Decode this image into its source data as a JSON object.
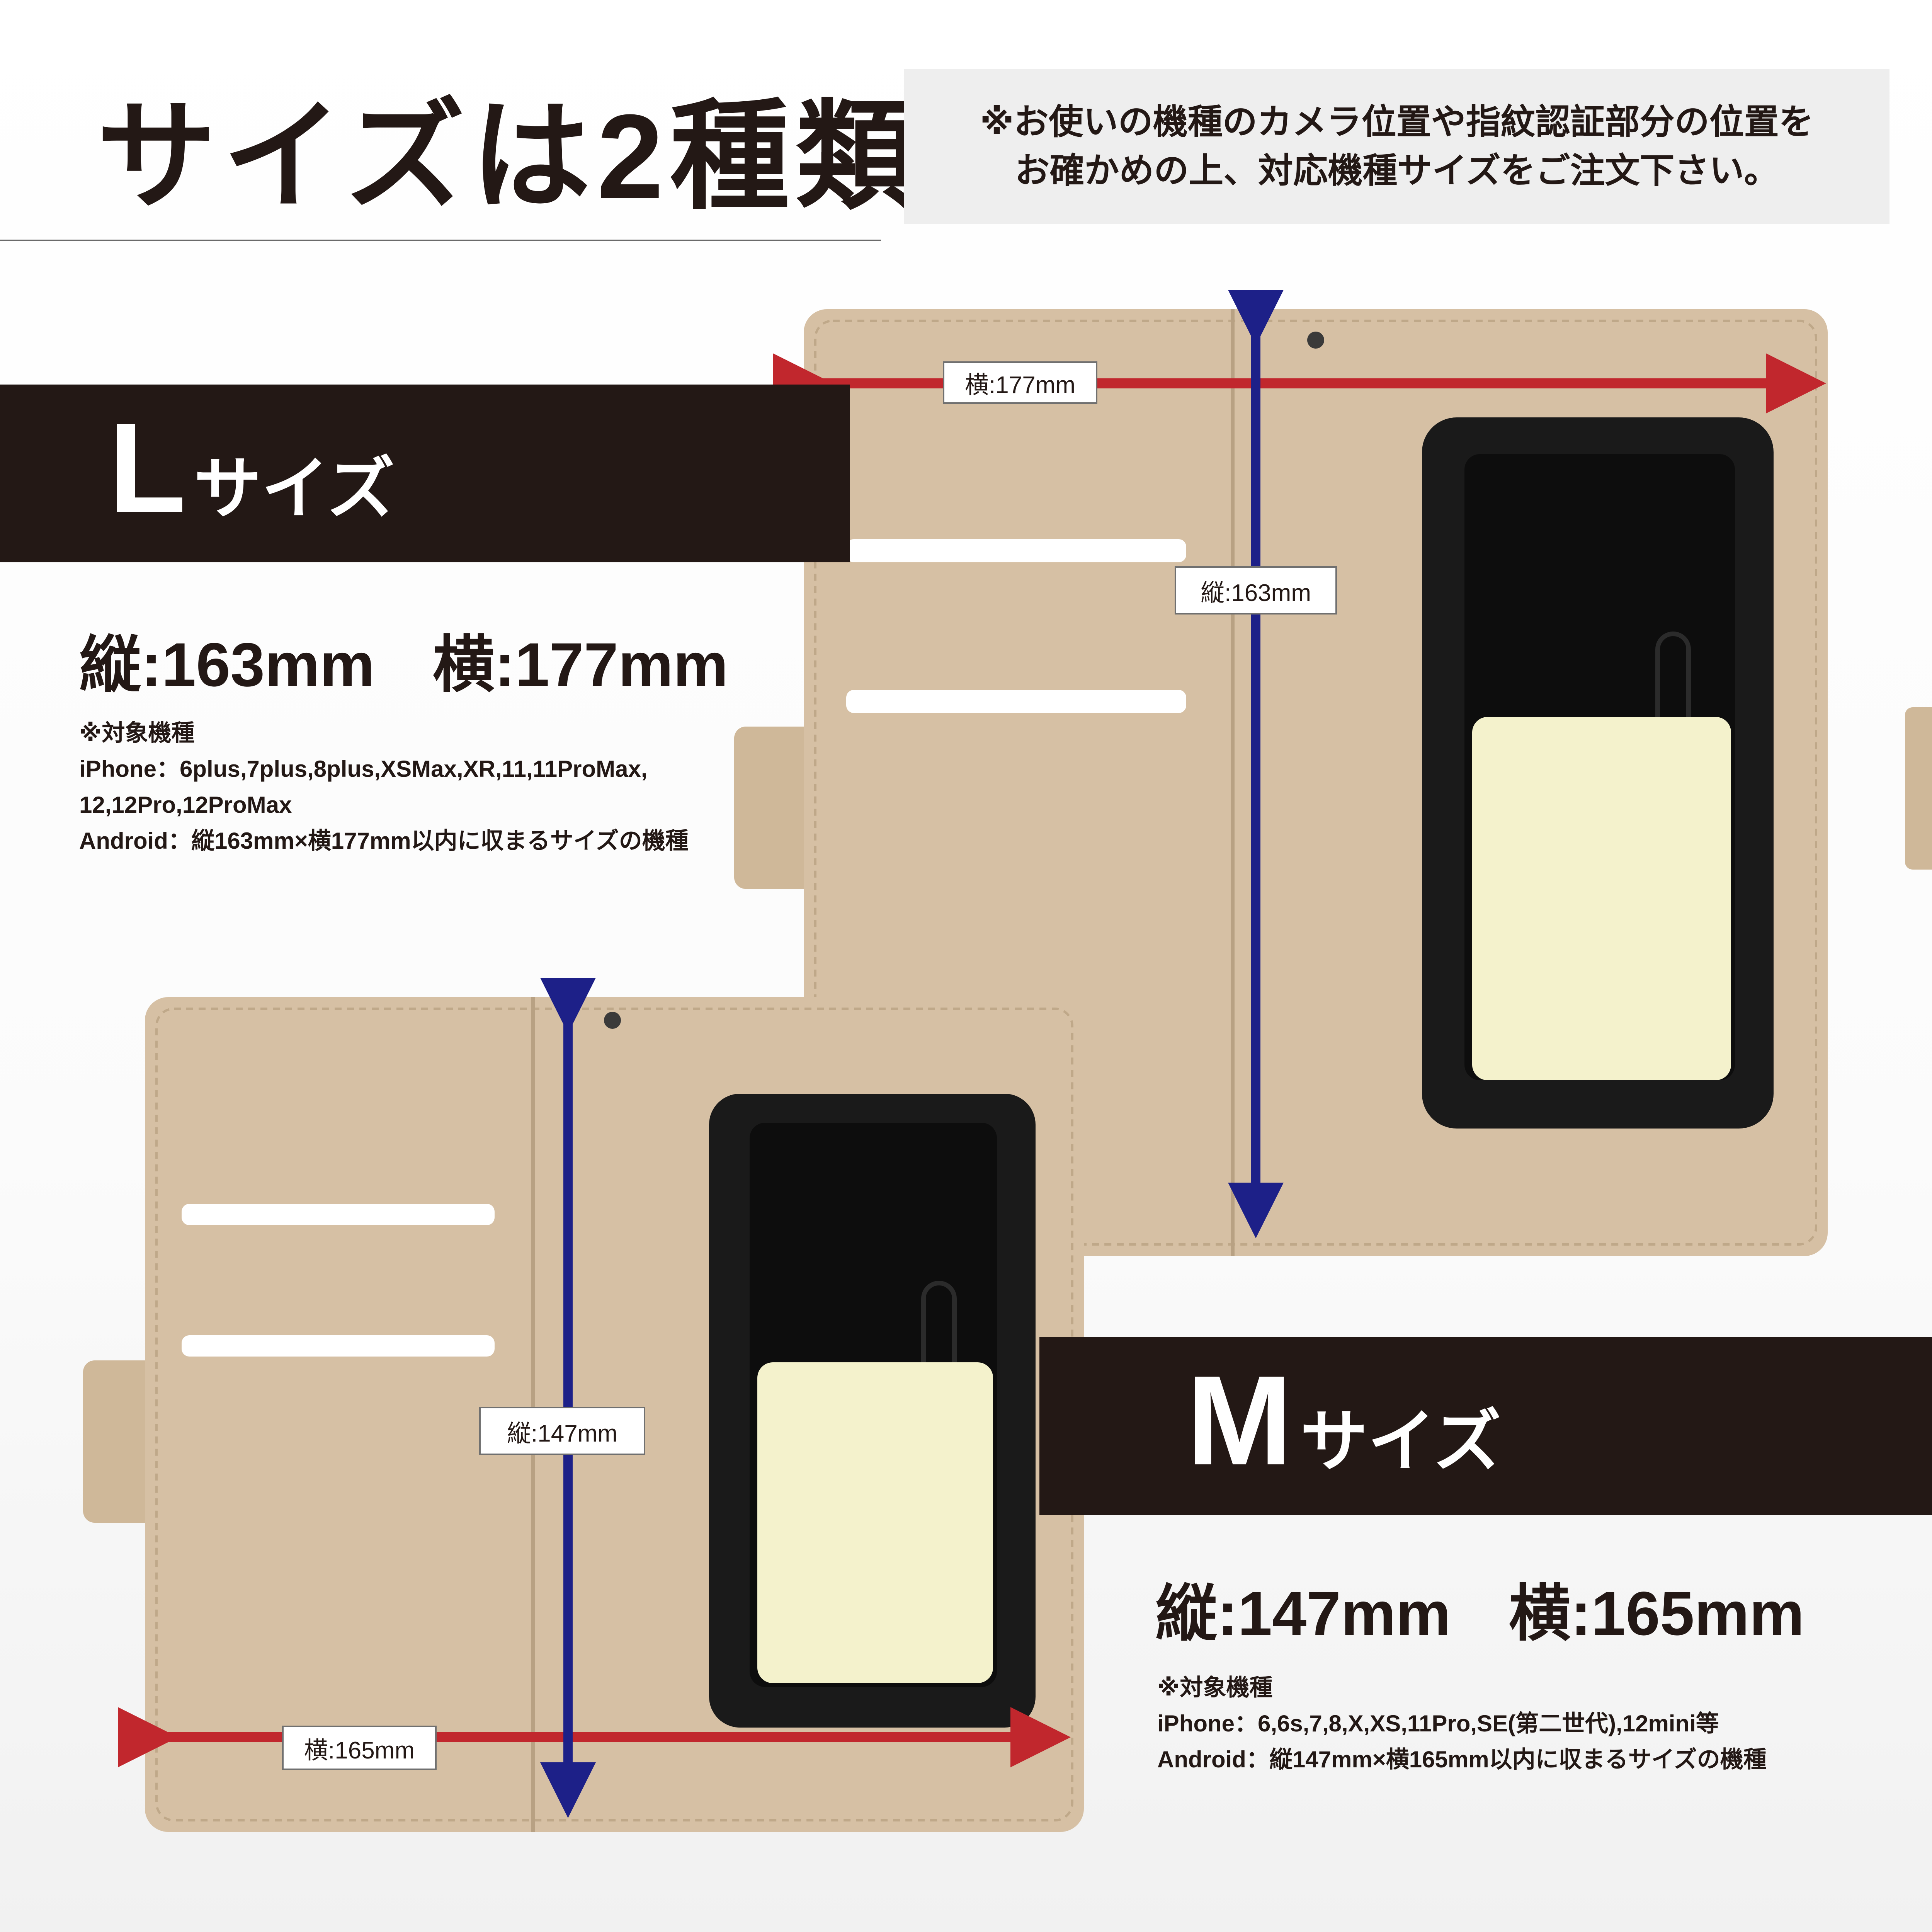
{
  "header": {
    "title": "サイズは2種類",
    "notice_line1": "※お使いの機種のカメラ位置や指紋認証部分の位置を",
    "notice_line2": "お確かめの上、対応機種サイズをご注文下さい。"
  },
  "large": {
    "letter": "L",
    "suffix": "サイズ",
    "height_dim": "縦:163mm",
    "width_dim": "横:177mm",
    "models_heading": "※対象機種",
    "models_line1": "iPhone：6plus,7plus,8plus,XSMax,XR,11,11ProMax,",
    "models_line2": "12,12Pro,12ProMax",
    "models_line3": "Android：縦163mm×横177mm以内に収まるサイズの機種",
    "width_label": "横:177mm",
    "height_label": "縦:163mm"
  },
  "medium": {
    "letter": "M",
    "suffix": "サイズ",
    "height_dim": "縦:147mm",
    "width_dim": "横:165mm",
    "models_heading": "※対象機種",
    "models_line1": "iPhone：6,6s,7,8,X,XS,11Pro,SE(第二世代),12mini等",
    "models_line2": "Android：縦147mm×横165mm以内に収まるサイズの機種",
    "width_label": "横:165mm",
    "height_label": "縦:147mm"
  },
  "colors": {
    "leather": "#d6c0a4",
    "band": "#231815",
    "width_arrow": "#c1272d",
    "height_arrow": "#1d2088",
    "holder": "#1a1a1a",
    "sticky_pad": "#f4f2cc"
  }
}
